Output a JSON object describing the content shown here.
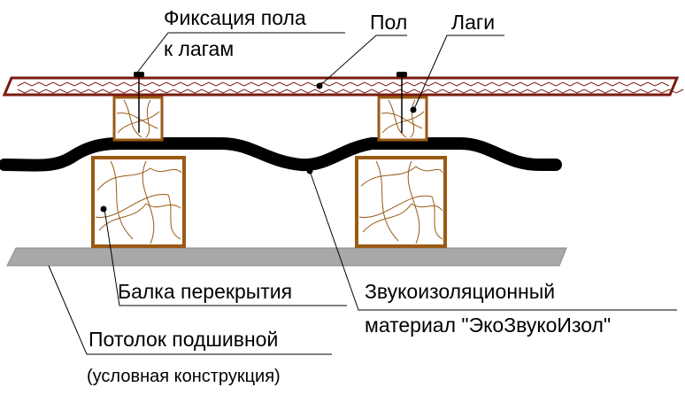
{
  "labels": {
    "fixation_line1": "Фиксация пола",
    "fixation_line2": "к лагам",
    "floor": "Пол",
    "joists": "Лаги",
    "beam": "Балка перекрытия",
    "insulation_line1": "Звукоизоляционный",
    "insulation_line2": "материал \"ЭкоЗвукоИзол\"",
    "ceiling": "Потолок подшивной",
    "ceiling_note": "(условная конструкция)"
  },
  "colors": {
    "floor_fill": "#ffffff",
    "floor_stroke": "#7a1a10",
    "wood_stroke": "#9a5a14",
    "wood_grain": "#9a5a14",
    "insulation": "#000000",
    "ceiling_fill": "#a8a8a8",
    "leader": "#000000"
  }
}
